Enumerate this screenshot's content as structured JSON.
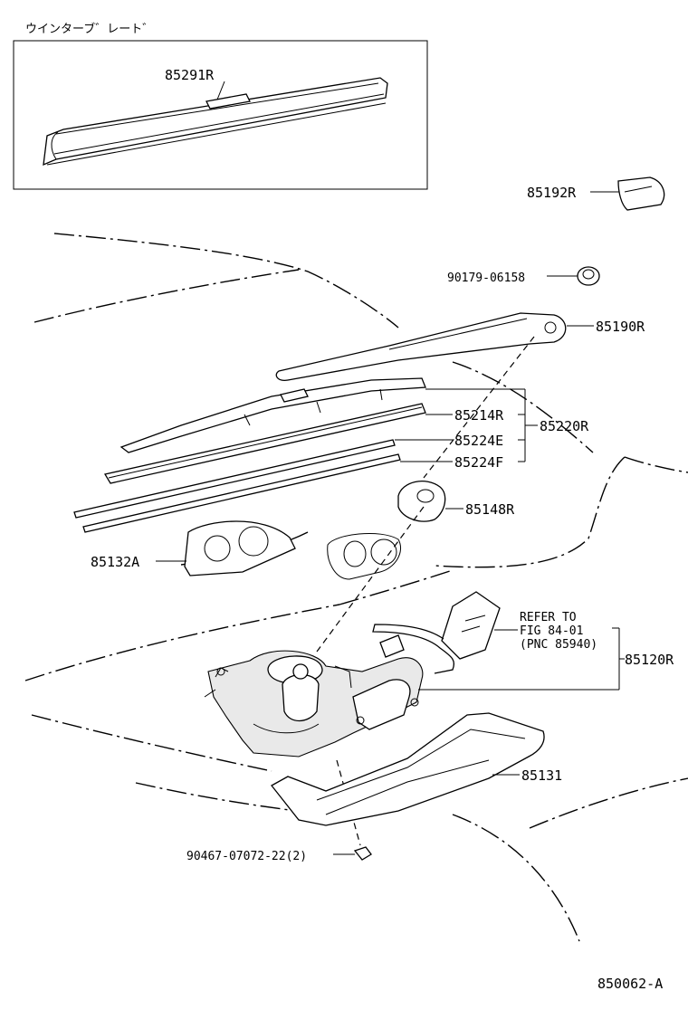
{
  "inset": {
    "caption": "ウインターブ゛レート゛",
    "part": "85291R"
  },
  "parts": {
    "p85192R": "85192R",
    "p90179": "90179-06158",
    "p85190R": "85190R",
    "p85214R": "85214R",
    "p85220R": "85220R",
    "p85224E": "85224E",
    "p85224F": "85224F",
    "p85148R": "85148R",
    "p85132A": "85132A",
    "p85120R": "85120R",
    "p85131": "85131",
    "p90467": "90467-07072-22(2)"
  },
  "refer": {
    "line1": "REFER TO",
    "line2": "FIG 84-01",
    "line3": "(PNC 85940)"
  },
  "figure_id": "850062-A"
}
